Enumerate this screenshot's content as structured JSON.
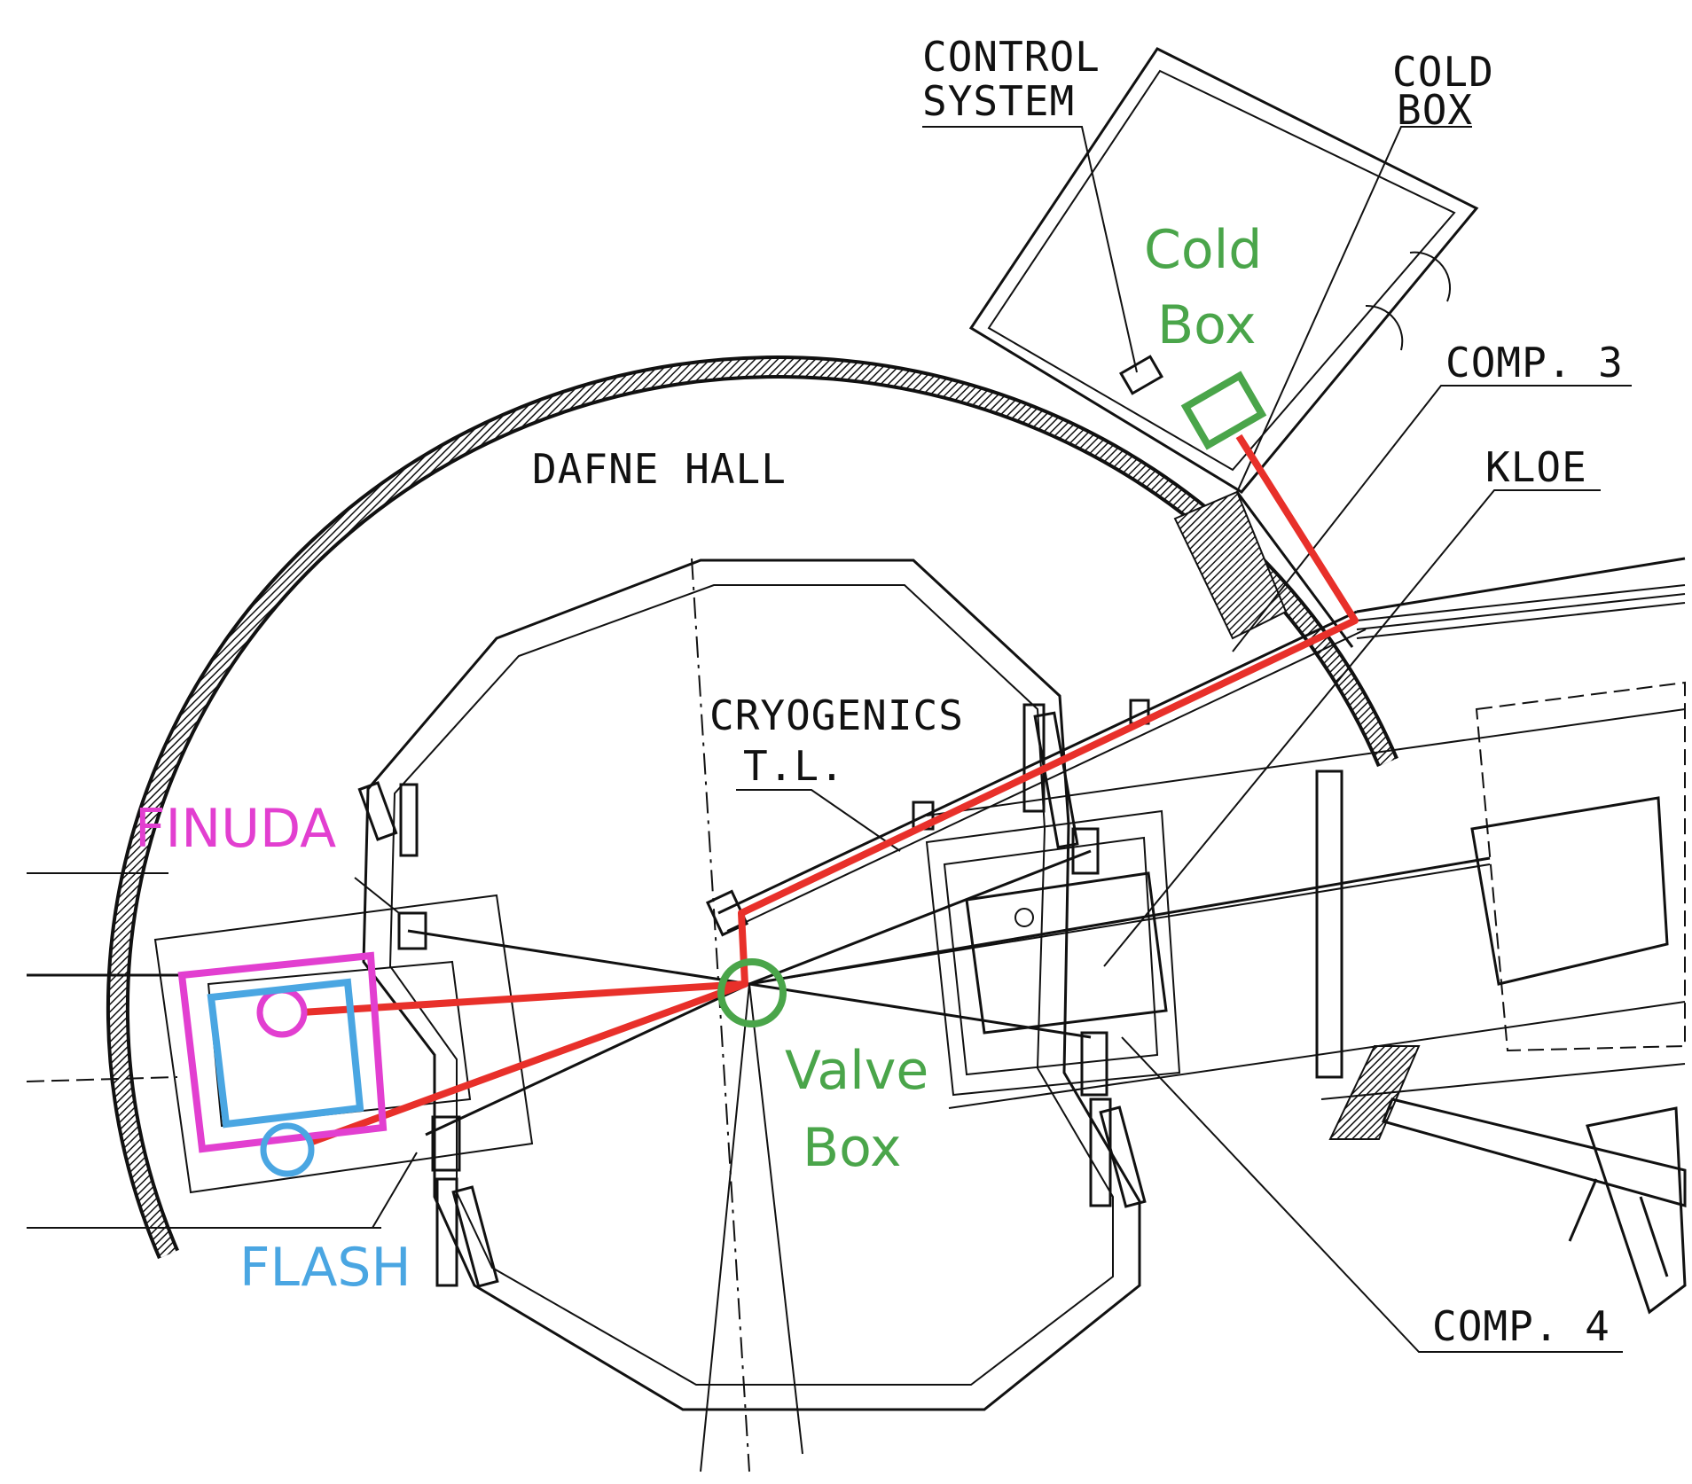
{
  "drawing": {
    "hall_label": "DAFNE HALL",
    "control_system_line1": "CONTROL",
    "control_system_line2": "SYSTEM",
    "cold_box_line1": "COLD",
    "cold_box_line2": "BOX",
    "comp3_label": "COMP. 3",
    "kloe_label": "KLOE",
    "cryogenics_line1": "CRYOGENICS",
    "cryogenics_line2": "T.L.",
    "comp4_label": "COMP. 4"
  },
  "annotations": {
    "cold_box_line1": "Cold",
    "cold_box_line2": "Box",
    "valve_box_line1": "Valve",
    "valve_box_line2": "Box",
    "finuda": "FINUDA",
    "flash": "FLASH"
  },
  "colors": {
    "transfer_line": "#e8302a",
    "cold_valve_box": "#4aa54a",
    "finuda": "#e23fd0",
    "flash": "#4aa6e2",
    "drawing": "#111111"
  }
}
